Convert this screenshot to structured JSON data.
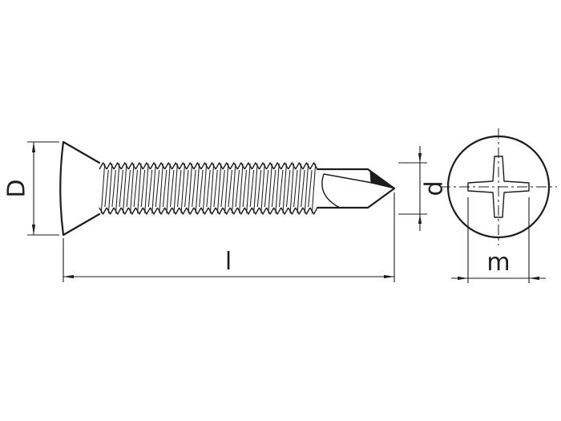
{
  "colors": {
    "line": "#1d1d1d",
    "background": "#ffffff"
  },
  "labels": {
    "head_diameter": "D",
    "thread_diameter": "d",
    "length": "l",
    "recess_width": "m"
  }
}
